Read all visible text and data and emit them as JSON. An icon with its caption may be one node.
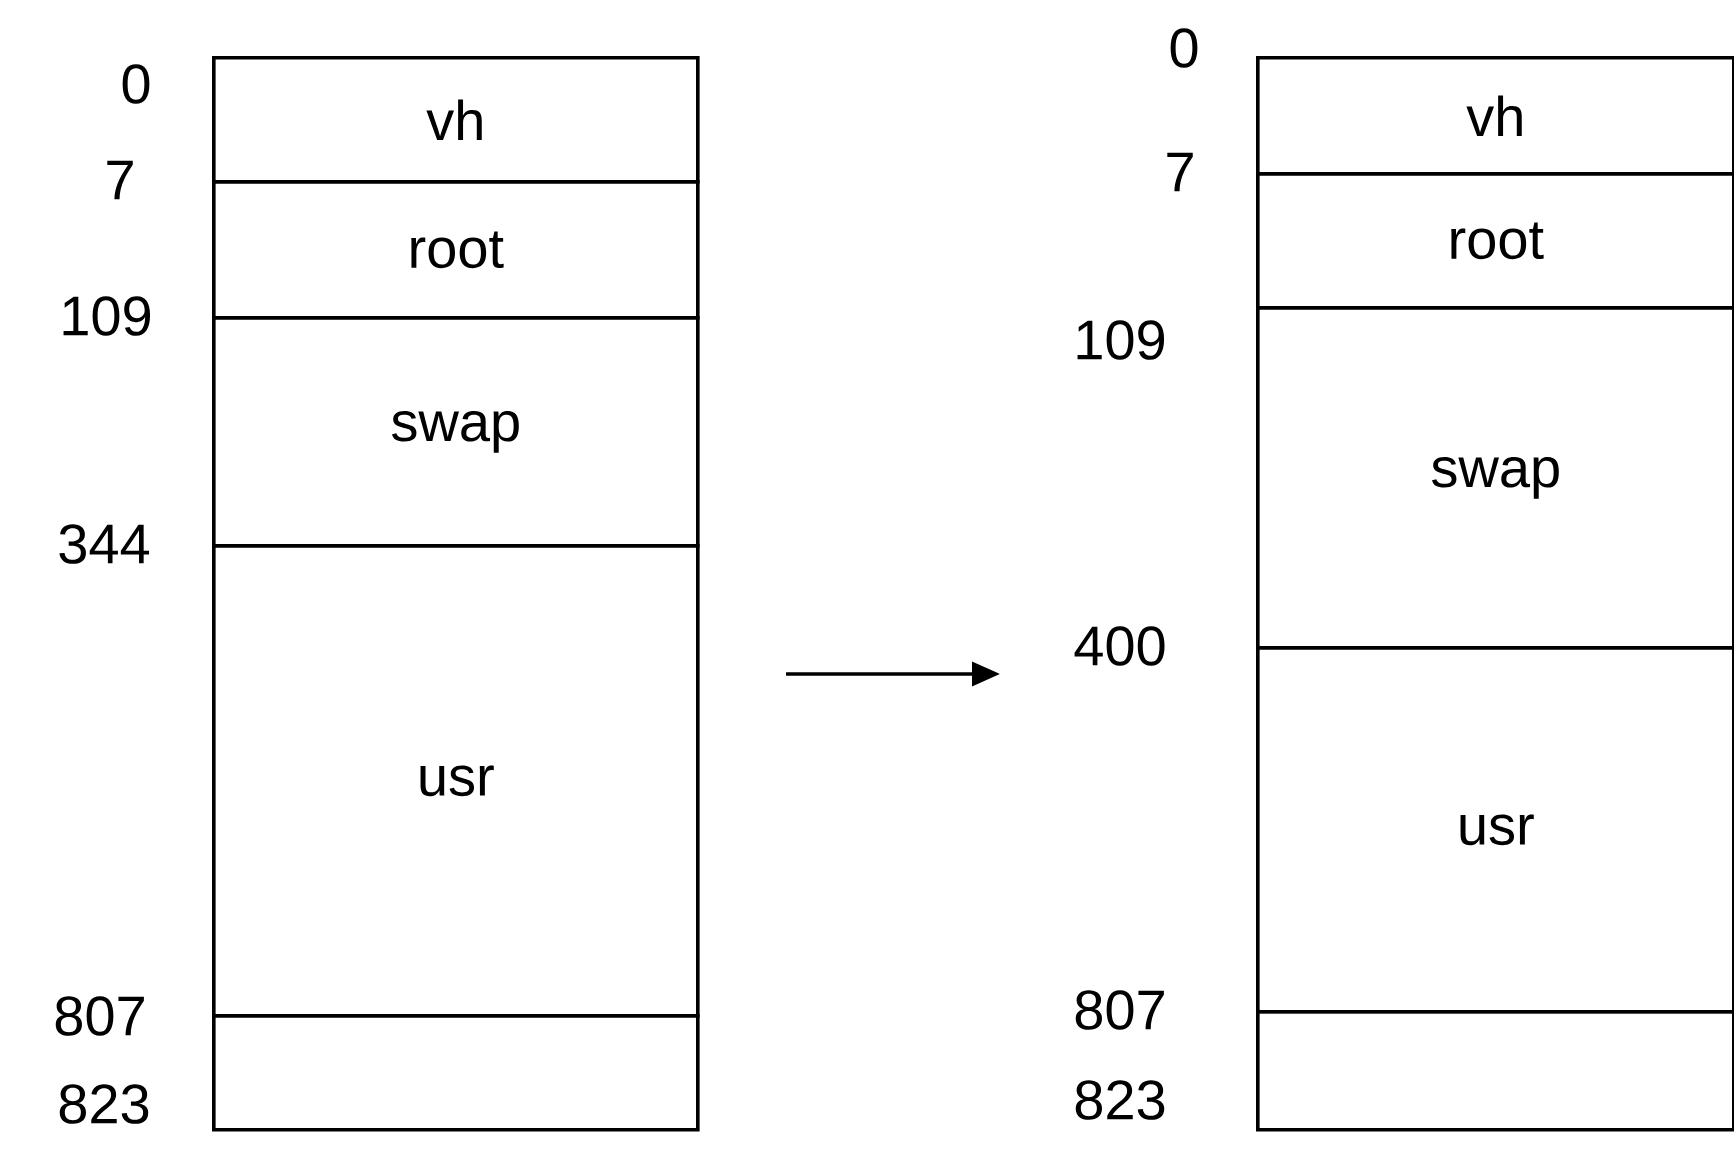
{
  "diagram": {
    "nodes": [
      {
        "text": [
          "vh"
        ]
      },
      {
        "text": [
          "root"
        ]
      },
      {
        "text": [
          "swap"
        ]
      },
      {
        "text": [
          "usr"
        ]
      },
      {
        "text": [],
        "shape": "box"
      },
      {
        "text": [
          "vh"
        ]
      },
      {
        "text": [
          "root"
        ]
      },
      {
        "text": [
          "swap"
        ]
      },
      {
        "text": [
          "usr"
        ]
      },
      {
        "text": [],
        "shape": "box"
      }
    ],
    "labels": [
      "0",
      "7",
      "109",
      "344",
      "807",
      "823",
      "0",
      "7",
      "109",
      "400",
      "807",
      "823"
    ]
  }
}
